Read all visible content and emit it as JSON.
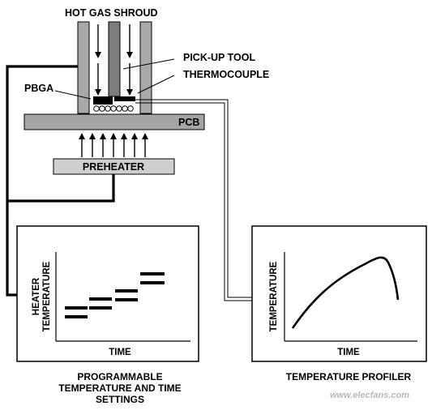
{
  "labels": {
    "hot_gas_shroud": "HOT GAS SHROUD",
    "pick_up_tool": "PICK-UP TOOL",
    "thermocouple": "THERMOCOUPLE",
    "pbga": "PBGA",
    "pcb": "PCB",
    "preheater": "PREHEATER"
  },
  "left_panel": {
    "y_axis_line1": "HEATER",
    "y_axis_line2": "TEMPERATURE",
    "x_axis": "TIME",
    "caption_line1": "PROGRAMMABLE",
    "caption_line2": "TEMPERATURE AND TIME",
    "caption_line3": "SETTINGS"
  },
  "right_panel": {
    "y_axis": "TEMPERATURE",
    "x_axis": "TIME",
    "caption": "TEMPERATURE PROFILER"
  },
  "watermark": "www.elecfans.com",
  "colors": {
    "shroud_gray": "#a9a9a9",
    "tool_gray": "#7d7d7d",
    "pcb_gray": "#a5a5a5",
    "preheater_gray": "#cfcfcf",
    "ink": "#000000"
  }
}
